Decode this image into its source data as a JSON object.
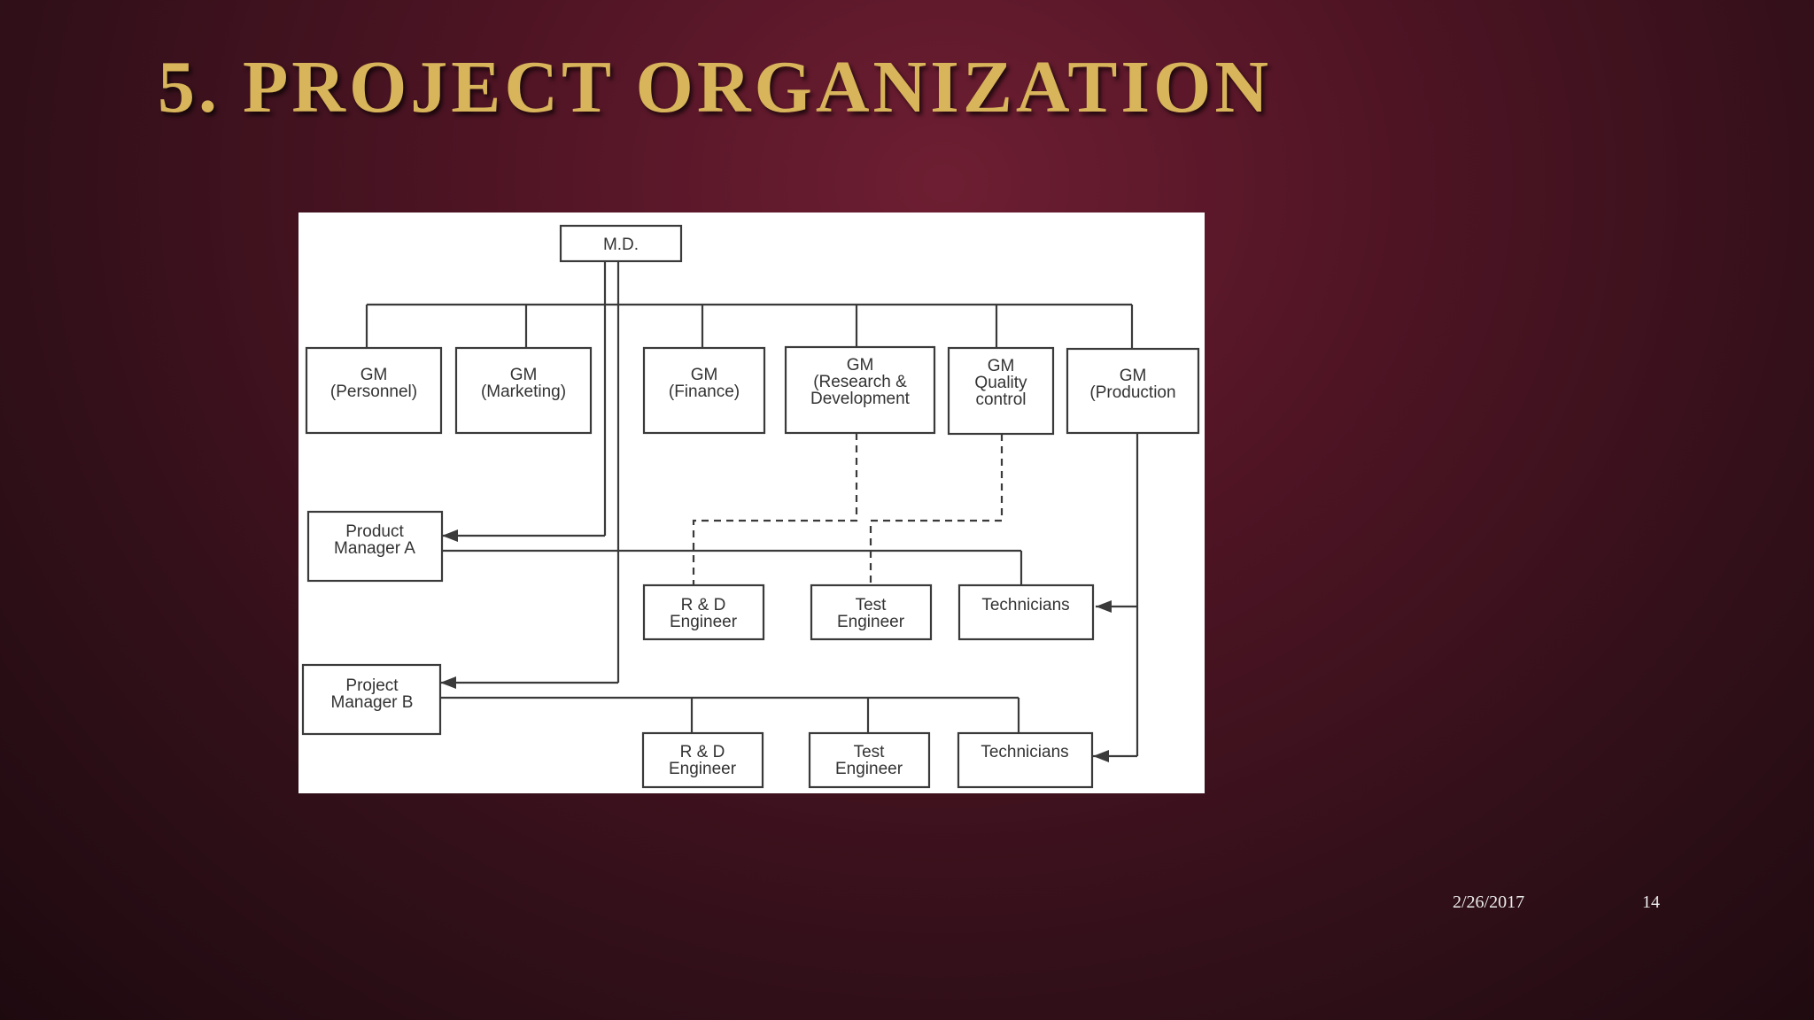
{
  "slide": {
    "title": "5. PROJECT ORGANIZATION",
    "footer": {
      "date": "2/26/2017",
      "page_number": "14"
    }
  },
  "org_chart": {
    "nodes": {
      "md": [
        "M.D."
      ],
      "gm_personnel": [
        "GM",
        "(Personnel)"
      ],
      "gm_marketing": [
        "GM",
        "(Marketing)"
      ],
      "gm_finance": [
        "GM",
        "(Finance)"
      ],
      "gm_rd": [
        "GM",
        "(Research &",
        "Development"
      ],
      "gm_quality": [
        "GM",
        "Quality",
        "control"
      ],
      "gm_production": [
        "GM",
        "(Production"
      ],
      "product_manager_a": [
        "Product",
        "Manager A"
      ],
      "project_manager_b": [
        "Project",
        "Manager B"
      ],
      "rd_engineer_a": [
        "R & D",
        "Engineer"
      ],
      "test_engineer_a": [
        "Test",
        "Engineer"
      ],
      "technicians_a": [
        "Technicians"
      ],
      "rd_engineer_b": [
        "R & D",
        "Engineer"
      ],
      "test_engineer_b": [
        "Test",
        "Engineer"
      ],
      "technicians_b": [
        "Technicians"
      ]
    },
    "edges": [
      {
        "from": "md",
        "to": "gm_personnel",
        "style": "solid"
      },
      {
        "from": "md",
        "to": "gm_marketing",
        "style": "solid"
      },
      {
        "from": "md",
        "to": "gm_finance",
        "style": "solid"
      },
      {
        "from": "md",
        "to": "gm_rd",
        "style": "solid"
      },
      {
        "from": "md",
        "to": "gm_quality",
        "style": "solid"
      },
      {
        "from": "md",
        "to": "gm_production",
        "style": "solid"
      },
      {
        "from": "md",
        "to": "product_manager_a",
        "style": "arrow"
      },
      {
        "from": "md",
        "to": "project_manager_b",
        "style": "arrow"
      },
      {
        "from": "gm_rd",
        "to": "rd_engineer_a",
        "style": "dashed"
      },
      {
        "from": "gm_quality",
        "to": "test_engineer_a",
        "style": "dashed"
      },
      {
        "from": "gm_production",
        "to": "technicians_a",
        "style": "arrow"
      },
      {
        "from": "gm_production",
        "to": "technicians_b",
        "style": "arrow"
      },
      {
        "from": "product_manager_a",
        "to": "rd_engineer_a",
        "style": "solid"
      },
      {
        "from": "product_manager_a",
        "to": "test_engineer_a",
        "style": "solid"
      },
      {
        "from": "product_manager_a",
        "to": "technicians_a",
        "style": "solid"
      },
      {
        "from": "project_manager_b",
        "to": "rd_engineer_b",
        "style": "solid"
      },
      {
        "from": "project_manager_b",
        "to": "test_engineer_b",
        "style": "solid"
      },
      {
        "from": "project_manager_b",
        "to": "technicians_b",
        "style": "solid"
      }
    ]
  }
}
